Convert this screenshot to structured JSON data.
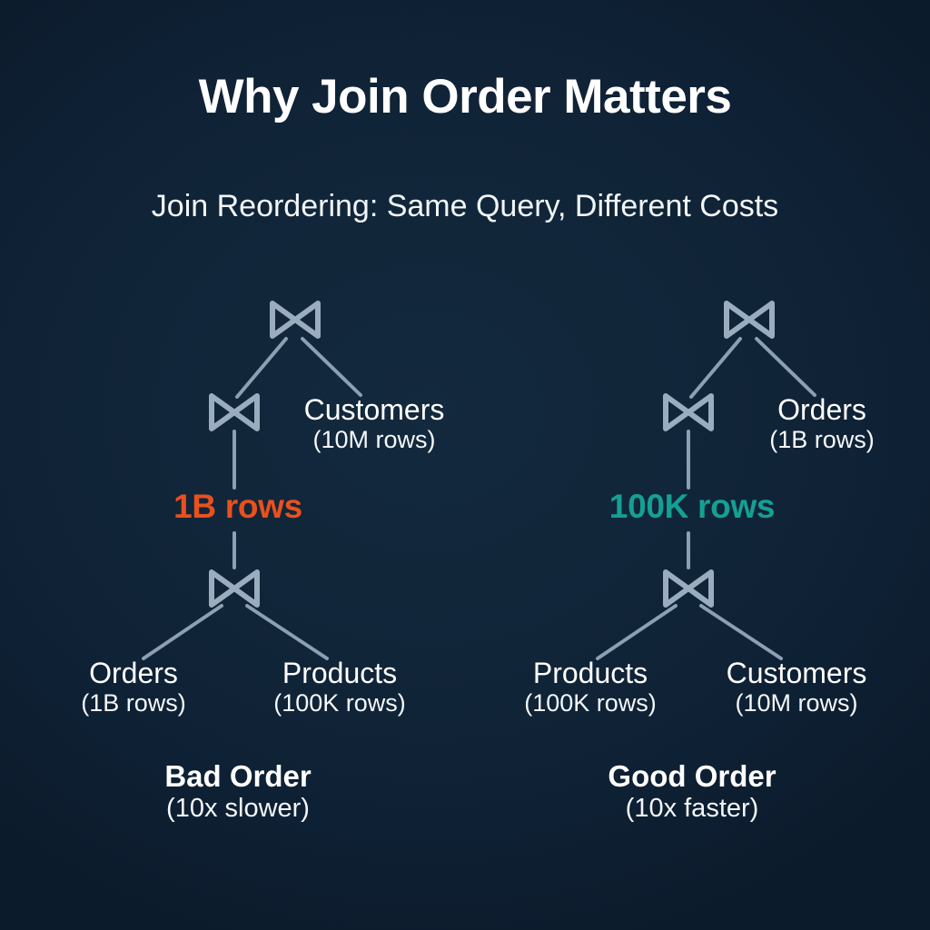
{
  "header": {
    "title": "Why Join Order Matters",
    "subtitle": "Join Reordering: Same Query, Different Costs"
  },
  "colors": {
    "background_top_left": "#14283c",
    "background_bottom_right": "#0b1a29",
    "text": "#ffffff",
    "node_stroke": "#9aadbe",
    "link_stroke": "#8ba0b3",
    "bad_cost": "#e8511e",
    "good_cost": "#14a093"
  },
  "icons": {
    "join": "join-bowtie-icon"
  },
  "trees": [
    {
      "id": "left",
      "root_icon_label": "join",
      "mid_icon_label": "join",
      "leaf_icon_label": "join",
      "right_child_of_root": {
        "name": "Customers",
        "rows": "(10M rows)"
      },
      "cost": {
        "value": "1B rows",
        "color": "#e8511e"
      },
      "leaves": [
        {
          "name": "Orders",
          "rows": "(1B rows)"
        },
        {
          "name": "Products",
          "rows": "(100K rows)"
        }
      ],
      "caption": {
        "main": "Bad Order",
        "sub": "(10x slower)"
      }
    },
    {
      "id": "right",
      "root_icon_label": "join",
      "mid_icon_label": "join",
      "leaf_icon_label": "join",
      "right_child_of_root": {
        "name": "Orders",
        "rows": "(1B rows)"
      },
      "cost": {
        "value": "100K rows",
        "color": "#14a093"
      },
      "leaves": [
        {
          "name": "Products",
          "rows": "(100K rows)"
        },
        {
          "name": "Customers",
          "rows": "(10M rows)"
        }
      ],
      "caption": {
        "main": "Good Order",
        "sub": "(10x faster)"
      }
    }
  ]
}
